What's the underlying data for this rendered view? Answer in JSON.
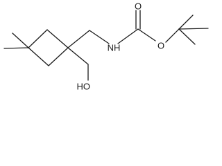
{
  "molecule": {
    "atoms": {
      "carbonyl_oxygen": "O",
      "ester_oxygen": "O",
      "amine_nitrogen": "NH",
      "hydroxyl_group": "HO"
    }
  }
}
